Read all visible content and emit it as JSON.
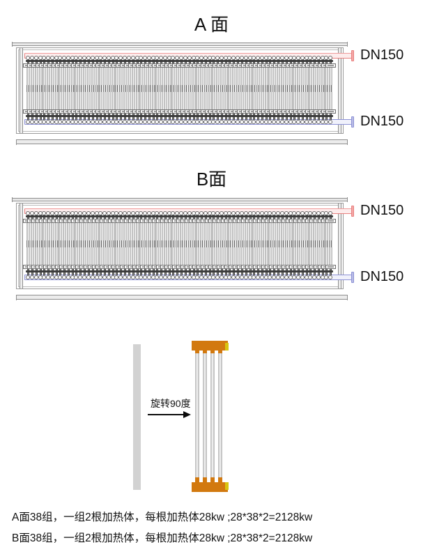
{
  "doc": {
    "type": "engineering-layout",
    "panels": [
      {
        "id": "A",
        "title": "A 面",
        "groups": 38,
        "rods_per_group": 2,
        "manifolds": [
          {
            "id": "supply",
            "label": "DN150",
            "color": "#e8807f",
            "position": "top"
          },
          {
            "id": "return",
            "label": "DN150",
            "color": "#8d92d6",
            "position": "bottom"
          }
        ]
      },
      {
        "id": "B",
        "title": "B面",
        "groups": 38,
        "rods_per_group": 2,
        "manifolds": [
          {
            "id": "supply",
            "label": "DN150",
            "color": "#e8807f",
            "position": "top"
          },
          {
            "id": "return",
            "label": "DN150",
            "color": "#8d92d6",
            "position": "bottom"
          }
        ]
      }
    ],
    "rotation_diagram": {
      "label": "旋转90度",
      "before_shape": "flat-bar",
      "after_tubes": 4,
      "header_color": "#d2790f",
      "nub_color": "#d8c411",
      "tube_color": "#d2d2d2"
    },
    "notes": [
      "A面38组，一组2根加热体，每根加热体28kw ;28*38*2=2128kw",
      "B面38组，一组2根加热体，每根加热体28kw ;28*38*2=2128kw"
    ]
  }
}
